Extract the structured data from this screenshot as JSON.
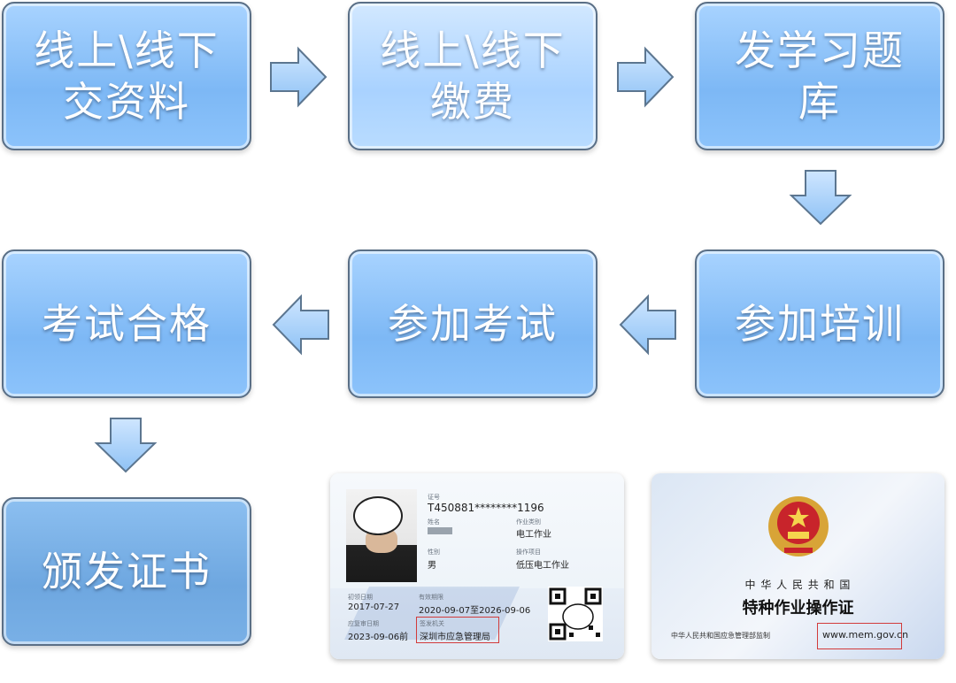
{
  "flow": {
    "step1": "线上\\线下\n交资料",
    "step2": "线上\\线下\n缴费",
    "step3": "发学习题\n库",
    "step4": "参加培训",
    "step5": "参加考试",
    "step6": "考试合格",
    "step7": "颁发证书"
  },
  "card_front": {
    "id_label": "证号",
    "id_number": "T450881********1196",
    "name_label": "姓名",
    "category_label": "作业类别",
    "category_value": "电工作业",
    "gender_label": "性别",
    "gender_value": "男",
    "project_label": "操作项目",
    "project_value": "低压电工作业",
    "first_issue_label": "初领日期",
    "first_issue_value": "2017-07-27",
    "valid_label": "有效期限",
    "valid_value": "2020-09-07至2026-09-06",
    "review_label": "应复审日期",
    "review_value": "2023-09-06前",
    "authority_label": "签发机关",
    "authority_value": "深圳市应急管理局"
  },
  "card_back": {
    "country": "中 华 人 民 共 和 国",
    "title": "特种作业操作证",
    "supervisor": "中华人民共和国应急管理部监制",
    "website": "www.mem.gov.cn"
  }
}
